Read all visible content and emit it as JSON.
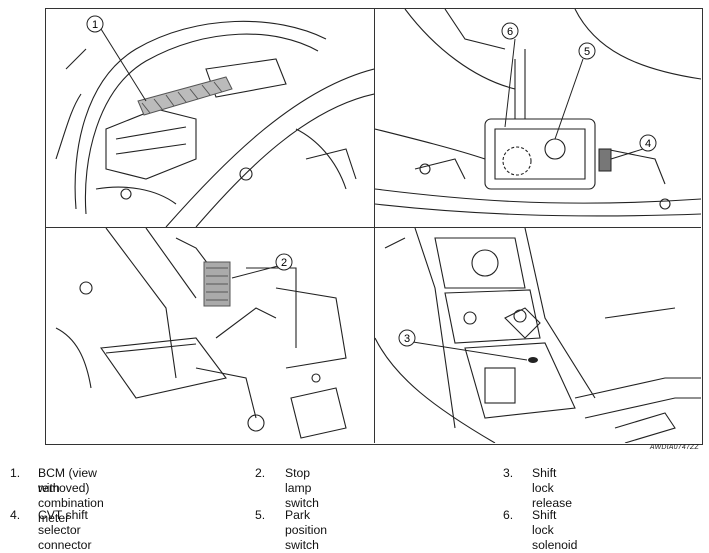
{
  "figure_id": "AWDIA0747ZZ",
  "callouts": [
    "1",
    "2",
    "3",
    "4",
    "5",
    "6"
  ],
  "legend": [
    {
      "num": "1.",
      "text": "BCM (view with combination meter",
      "text2": "removed)"
    },
    {
      "num": "2.",
      "text": "Stop lamp switch"
    },
    {
      "num": "3.",
      "text": "Shift lock release"
    },
    {
      "num": "4.",
      "text": "CVT shift selector connector"
    },
    {
      "num": "5.",
      "text": "Park position switch"
    },
    {
      "num": "6.",
      "text": "Shift lock solenoid"
    }
  ],
  "colors": {
    "line": "#222222",
    "hatch": "#555555",
    "background": "#ffffff"
  }
}
